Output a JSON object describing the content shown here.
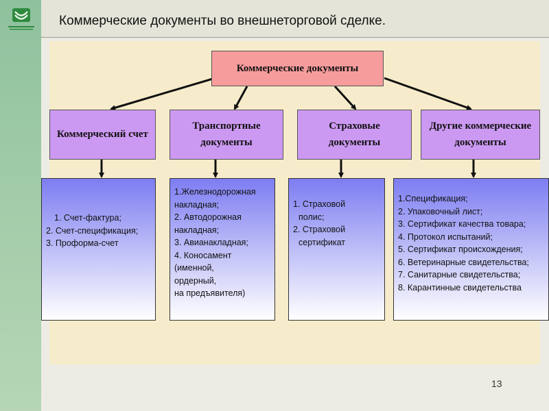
{
  "slide": {
    "title": "Коммерческие документы во внешнеторговой сделке.",
    "page_number": "13"
  },
  "diagram": {
    "root": "Коммерческие документы",
    "categories": [
      {
        "label": "Коммерческий счет",
        "items": [
          "1. Счет-фактура;",
          "2. Счет-спецификация;",
          "3. Проформа-счет"
        ]
      },
      {
        "label": "Транспортные документы",
        "items": [
          "1.Железнодорожная",
          "накладная;",
          "2. Автодорожная",
          "накладная;",
          "3. Авианакладная;",
          "4. Коносамент",
          "(именной,",
          "ордерный,",
          "на предъявителя)"
        ]
      },
      {
        "label": "Страховые документы",
        "items": [
          "1. Страховой",
          "полис;",
          "2. Страховой",
          "сертификат"
        ]
      },
      {
        "label": "Другие коммерческие документы",
        "items": [
          "1.Спецификация;",
          "2. Упаковочный лист;",
          "3. Сертификат качества товара;",
          "4. Протокол испытаний;",
          "5. Сертификат происхождения;",
          "6. Ветеринарные свидетельства;",
          "7. Санитарные свидетельства;",
          "8. Карантинные свидетельства"
        ]
      }
    ]
  },
  "colors": {
    "root_fill": "#f79c9c",
    "category_fill": "#cc99f2",
    "list_gradient_top": "#7d7df2",
    "panel_fill": "#f6eccb",
    "sidebar_green": "#9fcaa7"
  },
  "icons": {
    "logo": "bank-logo-icon"
  }
}
